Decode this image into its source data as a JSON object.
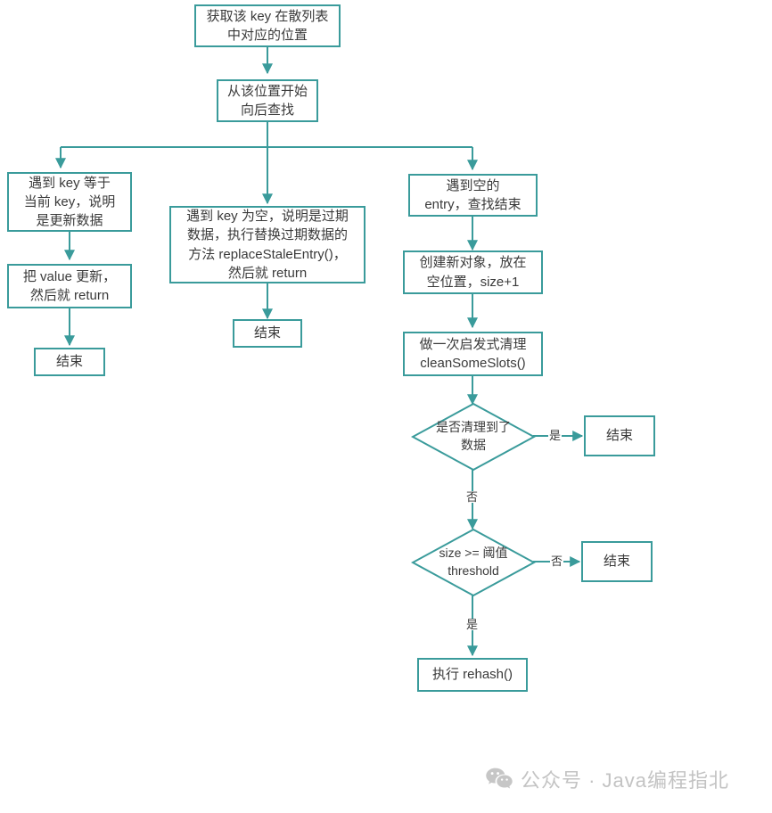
{
  "diagram": {
    "title": "ThreadLocalMap set flowchart",
    "accent_color": "#3a9b9b",
    "text_color": "#3a3a3a",
    "background": "#ffffff",
    "nodes": {
      "start": "获取该 key 在散列表\n中对应的位置",
      "scan": "从该位置开始\n向后查找",
      "branch_equal": "遇到 key 等于\n当前 key，说明\n是更新数据",
      "update_value": "把 value 更新，\n然后就 return",
      "end_left": "结束",
      "branch_null": "遇到 key 为空，说明是过期\n数据，执行替换过期数据的\n方法 replaceStaleEntry()，\n然后就 return",
      "end_middle": "结束",
      "branch_empty_entry": "遇到空的\nentry，查找结束",
      "create_object": "创建新对象，放在\n空位置，size+1",
      "clean_some_slots": "做一次启发式清理\ncleanSomeSlots()",
      "decision_cleaned": "是否清理到了\n数据",
      "end_cleaned_yes": "结束",
      "decision_threshold": "size >= 阈值\nthreshold",
      "end_threshold_no": "结束",
      "do_rehash": "执行 rehash()"
    },
    "edge_labels": {
      "cleaned_yes": "是",
      "cleaned_no": "否",
      "threshold_no": "否",
      "threshold_yes": "是"
    }
  },
  "watermark": {
    "icon": "wechat-icon",
    "text": "公众号 · Java编程指北",
    "color": "#c3c3c3"
  }
}
